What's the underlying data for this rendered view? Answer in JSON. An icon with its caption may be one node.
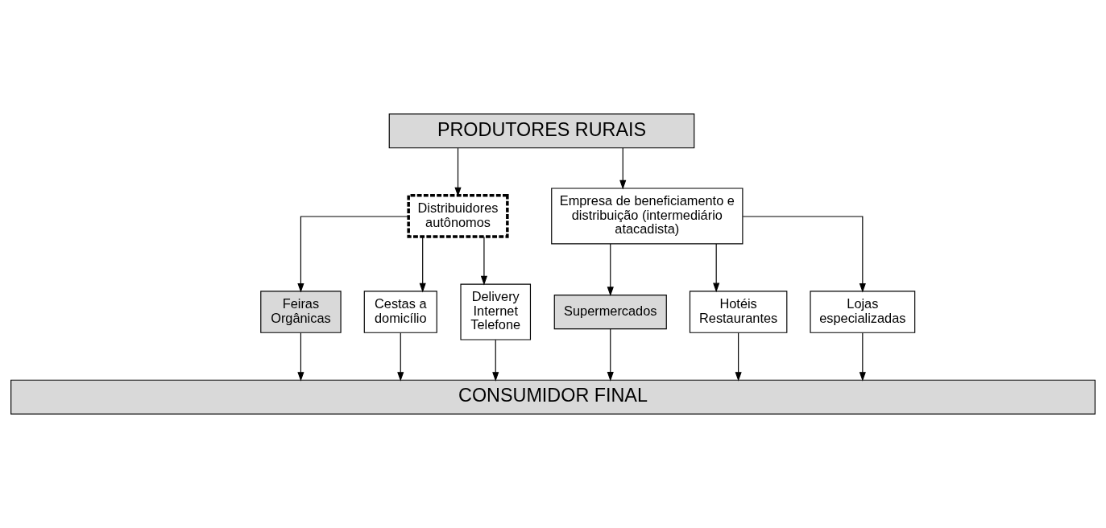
{
  "diagram": {
    "nodes": [
      {
        "text": [
          "PRODUTORES RURAIS"
        ]
      },
      {
        "text": [
          "Distribuidores autônomos"
        ]
      },
      {
        "text": [
          "Empresa de beneficiamento e distribuição (intermediário atacadista)"
        ]
      },
      {
        "text": [
          "Feiras Orgânicas"
        ]
      },
      {
        "text": [
          "Cestas a domicílio"
        ]
      },
      {
        "text": [
          "Delivery Internet Telefone"
        ]
      },
      {
        "text": [
          "Supermercados"
        ]
      },
      {
        "text": [
          "Hotéis Restaurantes"
        ]
      },
      {
        "text": [
          "Lojas especializadas"
        ]
      },
      {
        "text": [
          "CONSUMIDOR FINAL"
        ]
      }
    ],
    "edges": [
      {
        "from": 0,
        "to": 1,
        "arrow": "to"
      },
      {
        "from": 0,
        "to": 2,
        "arrow": "to"
      },
      {
        "from": 1,
        "to": 3,
        "arrow": "to"
      },
      {
        "from": 1,
        "to": 4,
        "arrow": "to"
      },
      {
        "from": 1,
        "to": 5,
        "arrow": "to"
      },
      {
        "from": 2,
        "to": 6,
        "arrow": "to"
      },
      {
        "from": 2,
        "to": 7,
        "arrow": "to"
      },
      {
        "from": 2,
        "to": 8,
        "arrow": "to"
      },
      {
        "from": 3,
        "to": 9,
        "arrow": "to"
      },
      {
        "from": 4,
        "to": 9,
        "arrow": "to"
      },
      {
        "from": 5,
        "to": 9,
        "arrow": "to"
      },
      {
        "from": 6,
        "to": 9,
        "arrow": "to"
      },
      {
        "from": 7,
        "to": 9,
        "arrow": "to"
      },
      {
        "from": 8,
        "to": 9,
        "arrow": "to"
      }
    ]
  }
}
